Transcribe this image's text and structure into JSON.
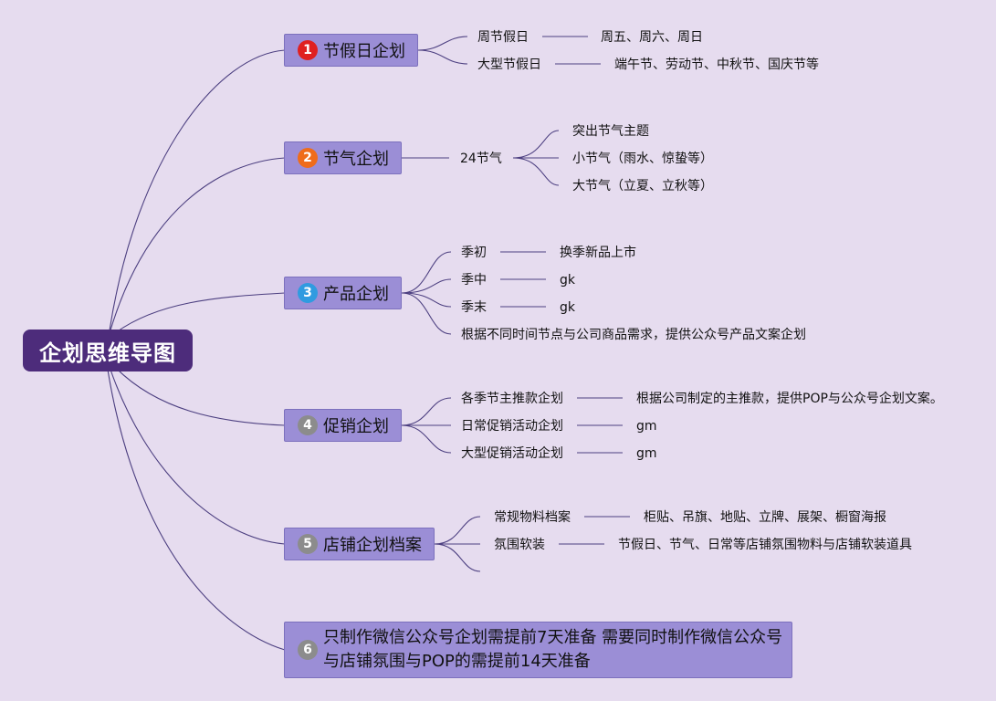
{
  "root": {
    "label": "企划思维导图"
  },
  "branches": [
    {
      "number": "1",
      "badge_color": "#e02020",
      "label": "节假日企划",
      "children": [
        {
          "label": "周节假日",
          "detail": "周五、周六、周日"
        },
        {
          "label": "大型节假日",
          "detail": "端午节、劳动节、中秋节、国庆节等"
        }
      ]
    },
    {
      "number": "2",
      "badge_color": "#ef6c1a",
      "label": "节气企划",
      "children": [
        {
          "label": "24节气",
          "subs": [
            "突出节气主题",
            "小节气（雨水、惊蛰等）",
            "大节气（立夏、立秋等）"
          ]
        }
      ]
    },
    {
      "number": "3",
      "badge_color": "#2f9be0",
      "label": "产品企划",
      "children": [
        {
          "label": "季初",
          "detail": "换季新品上市"
        },
        {
          "label": "季中",
          "detail": "gk"
        },
        {
          "label": "季末",
          "detail": "gk"
        },
        {
          "label": "根据不同时间节点与公司商品需求，提供公众号产品文案企划"
        }
      ]
    },
    {
      "number": "4",
      "badge_color": "#8c8c8c",
      "label": "促销企划",
      "children": [
        {
          "label": "各季节主推款企划",
          "detail": "根据公司制定的主推款，提供POP与公众号企划文案。"
        },
        {
          "label": "日常促销活动企划",
          "detail": "gm"
        },
        {
          "label": "大型促销活动企划",
          "detail": "gm"
        }
      ]
    },
    {
      "number": "5",
      "badge_color": "#8c8c8c",
      "label": "店铺企划档案",
      "children": [
        {
          "label": "常规物料档案",
          "detail": "柜贴、吊旗、地贴、立牌、展架、橱窗海报"
        },
        {
          "label": "氛围软装",
          "detail": "节假日、节气、日常等店铺氛围物料与店铺软装道具"
        }
      ]
    },
    {
      "number": "6",
      "badge_color": "#8c8c8c",
      "label": "只制作微信公众号企划需提前7天准备 需要同时制作微信公众号与店铺氛围与POP的需提前14天准备"
    }
  ]
}
